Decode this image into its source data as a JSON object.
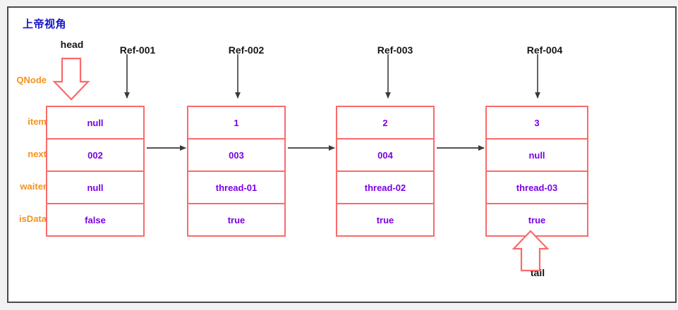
{
  "diagram": {
    "title": "上帝视角",
    "struct_label": "QNode",
    "field_labels": [
      "item",
      "next",
      "waiter",
      "isData"
    ],
    "pointers": [
      {
        "name": "head",
        "label": "head",
        "style": "hollow-red-down"
      },
      {
        "name": "tail",
        "label": "tail",
        "style": "hollow-red-up"
      }
    ],
    "ref_labels": [
      "Ref-001",
      "Ref-002",
      "Ref-003",
      "Ref-004"
    ],
    "nodes": [
      {
        "ref": "Ref-001",
        "item": "null",
        "next": "002",
        "waiter": "null",
        "isData": "false"
      },
      {
        "ref": "Ref-002",
        "item": "1",
        "next": "003",
        "waiter": "thread-01",
        "isData": "true"
      },
      {
        "ref": "Ref-003",
        "item": "2",
        "next": "004",
        "waiter": "thread-02",
        "isData": "true"
      },
      {
        "ref": "Ref-004",
        "item": "3",
        "next": "null",
        "waiter": "thread-03",
        "isData": "true"
      }
    ],
    "colors": {
      "title": "#1414cc",
      "label": "#f6921e",
      "value": "#7a00e6",
      "box_border": "#fa6a6a",
      "pointer_arrow": "#fa6a6a",
      "link_arrow": "#3a3a3a",
      "panel_border": "#4a4a4a",
      "background": "#ffffff"
    }
  }
}
